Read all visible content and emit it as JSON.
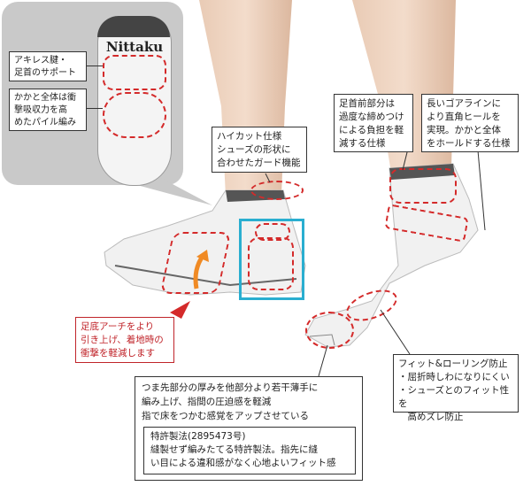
{
  "inset": {
    "brand": "Nittaku",
    "label_achilles": "アキレス腱・\n足首のサポート",
    "label_heel": "かかと全体は衝\n撃吸収力を高\nめたパイル編み"
  },
  "callouts": {
    "high_cut": "ハイカット仕様\nシューズの形状に\n合わせたガード機能",
    "ankle_front": "足首前部分は\n過度な締めつけ\nによる負担を軽\n減する仕様",
    "gore_line": "長いゴアラインに\nより直角ヒールを\n実現。かかと全体\nをホールドする仕様",
    "arch": "足底アーチをより\n引き上げ、着地時の\n衝撃を軽減します",
    "fit_rolling": "フィット&ローリング防止\n・屈折時しわになりにくい\n・シューズとのフィット性を\n　高めズレ防止",
    "toe": "つま先部分の厚みを他部分より若干薄手に\n編み上げ、指間の圧迫感を軽減\n指で床をつかむ感覚をアップさせている",
    "patent_title": "特許製法(2895473号)",
    "patent_body": "縫製せず編みたてる特許製法。指先に縫\nい目による違和感がなく心地よいフィット感"
  },
  "colors": {
    "accent_red": "#d42a2a",
    "highlight_blue": "#2aaed0",
    "arrow_orange": "#f08a24",
    "inset_bg": "#c9c9c9"
  }
}
